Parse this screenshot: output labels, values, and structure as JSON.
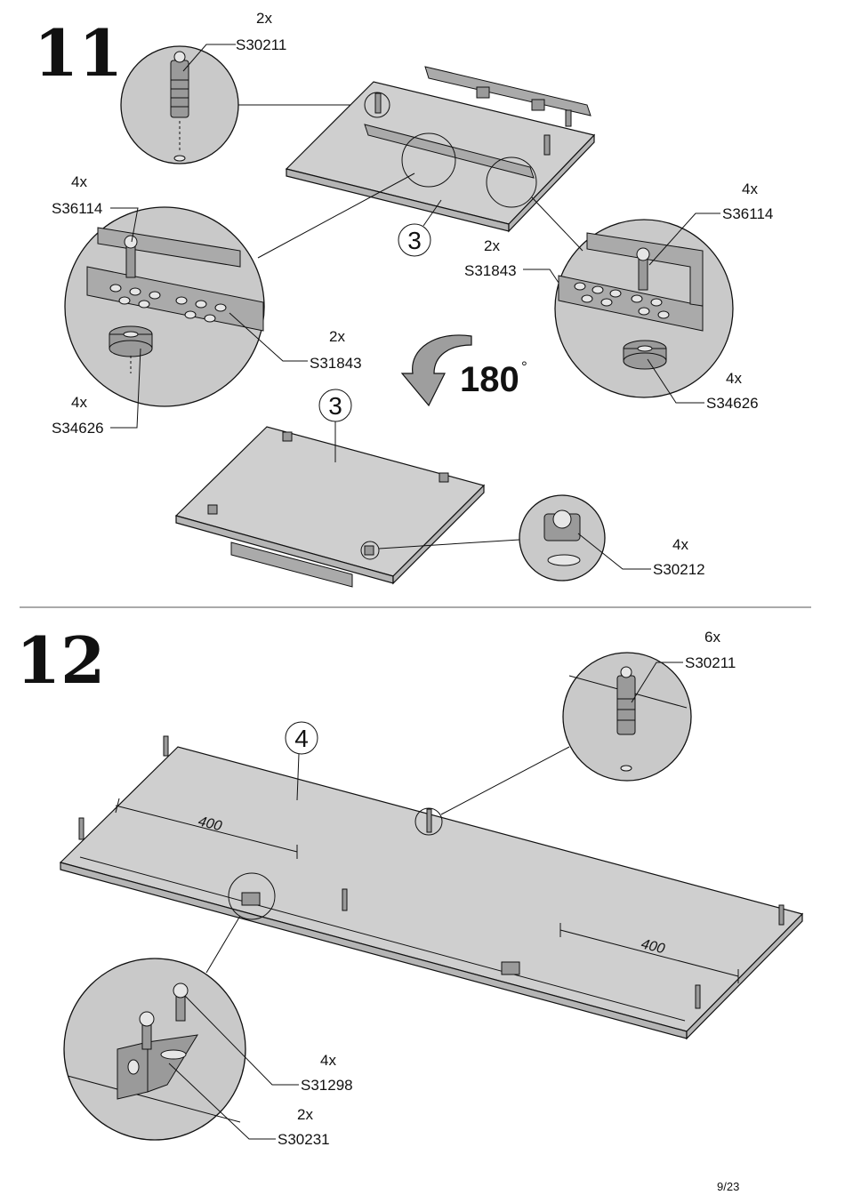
{
  "steps": {
    "step11": {
      "number": "11",
      "callouts": {
        "dowel_top": {
          "qty": "2x",
          "code": "S30211"
        },
        "screw_left": {
          "qty": "4x",
          "code": "S36114"
        },
        "rail_left": {
          "qty": "2x",
          "code": "S31843"
        },
        "spacer_left": {
          "qty": "4x",
          "code": "S34626"
        },
        "rail_right": {
          "qty": "2x",
          "code": "S31843"
        },
        "screw_right": {
          "qty": "4x",
          "code": "S36114"
        },
        "spacer_right": {
          "qty": "4x",
          "code": "S34626"
        },
        "cam": {
          "qty": "4x",
          "code": "S30212"
        }
      },
      "part_marker_a": "3",
      "part_marker_b": "3",
      "rotation": {
        "value": "180",
        "unit": "°"
      }
    },
    "step12": {
      "number": "12",
      "callouts": {
        "dowel": {
          "qty": "6x",
          "code": "S30211"
        },
        "screw": {
          "qty": "4x",
          "code": "S31298"
        },
        "bracket": {
          "qty": "2x",
          "code": "S30231"
        }
      },
      "part_marker": "4",
      "dimension_left": "400",
      "dimension_right": "400"
    }
  },
  "footer": {
    "page": "9/23"
  }
}
